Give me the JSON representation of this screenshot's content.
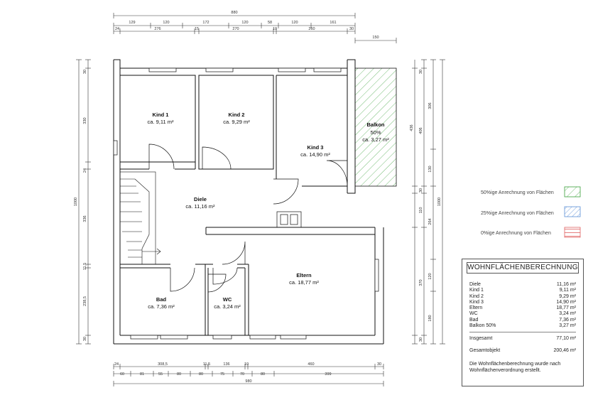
{
  "dimensions": {
    "top_total": "880",
    "top_row1": [
      "129",
      "120",
      "172",
      "120",
      "58",
      "120",
      "161"
    ],
    "top_row2": [
      "24",
      "276",
      "15",
      "270",
      "10",
      "260",
      "30"
    ],
    "balcony_depth": "150",
    "bottom_row1": [
      "24",
      "308,5",
      "11,5",
      "136",
      "10",
      "460",
      "30"
    ],
    "bottom_row2": [
      "60",
      "81",
      "55",
      "80",
      "80",
      "75",
      "70",
      "80",
      "399"
    ],
    "bottom_total": "980",
    "left_total": "1000",
    "left_col": [
      "30",
      "330",
      "24",
      "336",
      "11,5",
      "238,5",
      "30"
    ],
    "right_col1": [
      "30",
      "436",
      "30",
      "110",
      "370",
      "30"
    ],
    "right_col2": [
      "306",
      "406",
      "130",
      "264",
      "120",
      "180"
    ],
    "right_total": "1000"
  },
  "rooms": [
    {
      "name": "Kind 1",
      "area": "ca. 9,11 m²"
    },
    {
      "name": "Kind 2",
      "area": "ca. 9,29 m²"
    },
    {
      "name": "Kind 3",
      "area": "ca. 14,90 m²"
    },
    {
      "name": "Diele",
      "area": "ca. 11,16 m²"
    },
    {
      "name": "Eltern",
      "area": "ca. 18,77 m²"
    },
    {
      "name": "Bad",
      "area": "ca. 7,36 m²"
    },
    {
      "name": "WC",
      "area": "ca. 3,24 m²"
    }
  ],
  "balkon": {
    "name": "Balkon",
    "ratio": "50%",
    "area": "ca. 3,27 m²"
  },
  "legend": [
    {
      "label": "50%ige Anrechnung von Flächen",
      "color": "#3aa03a"
    },
    {
      "label": "25%ige Anrechnung von Flächen",
      "color": "#5b8fd6"
    },
    {
      "label": "0%ige Anrechnung von Flächen",
      "color": "#e06060"
    }
  ],
  "table": {
    "title": "WOHNFLÄCHENBERECHNUNG",
    "rows": [
      {
        "label": "Diele",
        "value": "11,16 m²"
      },
      {
        "label": "Kind 1",
        "value": "9,11 m²"
      },
      {
        "label": "Kind 2",
        "value": "9,29 m²"
      },
      {
        "label": "Kind 3",
        "value": "14,90 m²"
      },
      {
        "label": "Eltern",
        "value": "18,77 m²"
      },
      {
        "label": "WC",
        "value": "3,24 m²"
      },
      {
        "label": "Bad",
        "value": "7,36 m²"
      },
      {
        "label": "Balkon 50%",
        "value": "3,27 m²"
      }
    ],
    "total_label": "Insgesamt",
    "total_value": "77,10 m²",
    "object_label": "Gesamtobjekt",
    "object_value": "200,46 m²",
    "note": "Die Wohnflächenberechnung wurde nach Wohnflächenverordnung erstellt."
  }
}
